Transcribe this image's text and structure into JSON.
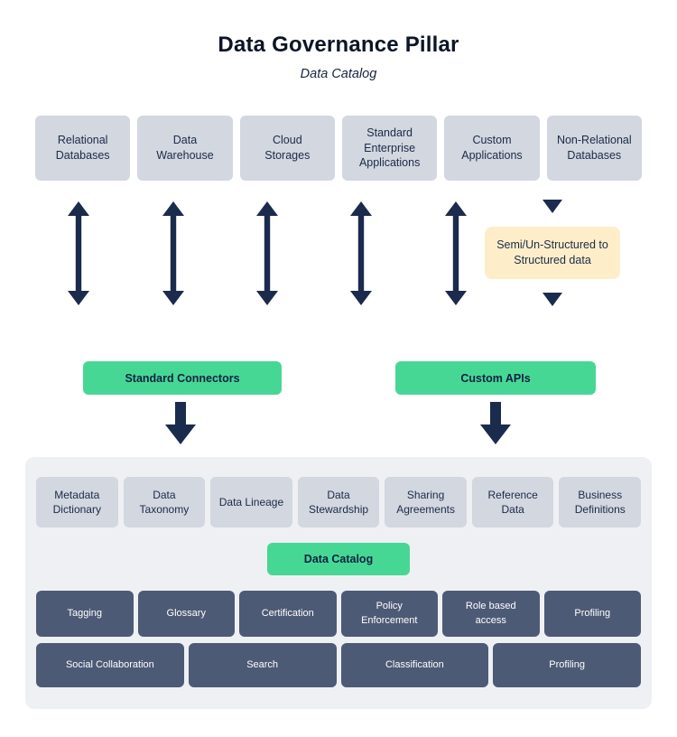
{
  "header": {
    "title": "Data Governance Pillar",
    "subtitle": "Data Catalog"
  },
  "sources": [
    "Relational Databases",
    "Data Warehouse",
    "Cloud Storages",
    "Standard Enterprise Applications",
    "Custom Applications",
    "Non-Relational Databases"
  ],
  "transform": {
    "label": "Semi/Un-Structured to Structured data"
  },
  "connectors": {
    "standard": "Standard Connectors",
    "custom": "Custom APIs"
  },
  "catalog": {
    "items": [
      "Metadata Dictionary",
      "Data Taxonomy",
      "Data Lineage",
      "Data Stewardship",
      "Sharing Agreements",
      "Reference Data",
      "Business Definitions"
    ],
    "label": "Data Catalog",
    "features_row1": [
      "Tagging",
      "Glossary",
      "Certification",
      "Policy Enforcement",
      "Role based access",
      "Profiling"
    ],
    "features_row2": [
      "Social Collaboration",
      "Search",
      "Classification",
      "Profiling"
    ]
  },
  "colors": {
    "navy": "#1b2b4d",
    "green": "#47d795",
    "yellow": "#fdeec9",
    "box_light": "#d2d7e0",
    "box_dark": "#4d5a75",
    "panel": "#eef0f3"
  }
}
